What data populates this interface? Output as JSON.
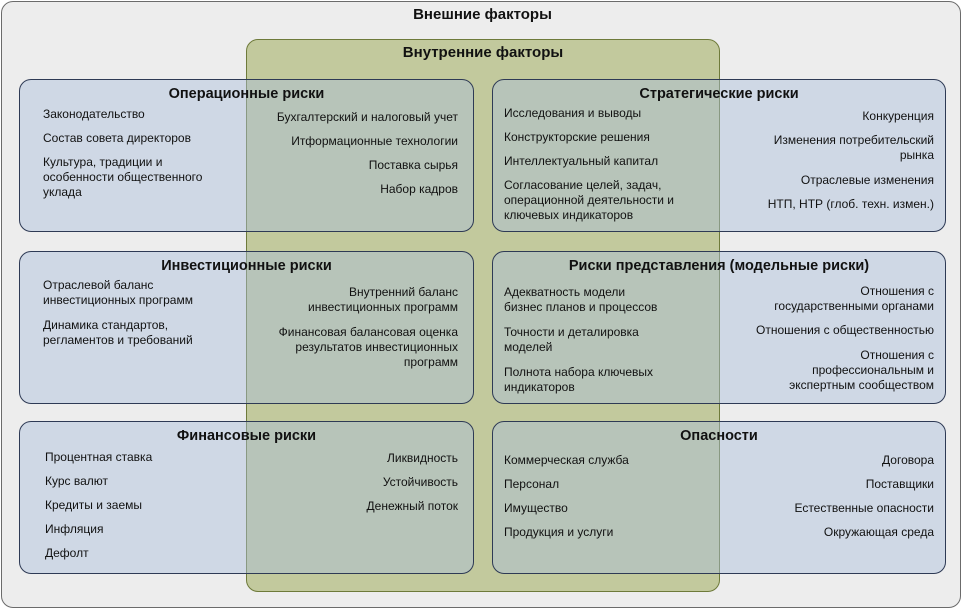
{
  "outer_title": "Внешние факторы",
  "inner_title": "Внутренние факторы",
  "operational": {
    "title": "Операционные риски",
    "left": [
      "Законодательство",
      "Состав совета директоров",
      "Культура, традиции и\nособенности общественного\nуклада"
    ],
    "right": [
      "Бухгалтерский и налоговый учет",
      "Итформационные технологии",
      "Поставка сырья",
      "Набор кадров"
    ]
  },
  "strategic": {
    "title": "Стратегические риски",
    "left": [
      "Исследования и выводы",
      "Конструкторские решения",
      "Интеллектуальный капитал",
      "Согласование целей, задач,\nоперационной деятельности и\nключевых индикаторов"
    ],
    "right": [
      "Конкуренция",
      "Изменения потребительский\nрынка",
      "Отраслевые изменения",
      "НТП, НТР (глоб. техн. измен.)"
    ]
  },
  "investment": {
    "title": "Инвестиционные риски",
    "left": [
      "Отраслевой баланс\nинвестиционных программ",
      "Динамика стандартов,\nрегламентов и требований"
    ],
    "right": [
      "Внутренний баланс\nинвестиционных программ",
      "Финансовая балансовая оценка\nрезультатов инвестиционных\nпрограмм"
    ]
  },
  "representation": {
    "title": "Риски представления (модельные риски)",
    "left": [
      " Адекватность модели\nбизнес планов и процессов",
      "Точности и деталировка\nмоделей",
      "Полнота набора ключевых\nиндикаторов"
    ],
    "right": [
      "Отношения с\nгосударственными органами",
      "Отношения с общественностью",
      "Отношения с\nпрофессиональным и\nэкспертным сообществом"
    ]
  },
  "financial": {
    "title": "Финансовые риски",
    "left": [
      "Процентная ставка",
      "Курс валют",
      "Кредиты и заемы",
      "Инфляция",
      "Дефолт"
    ],
    "right": [
      "Ликвидность",
      "Устойчивость",
      "Денежный поток"
    ]
  },
  "hazards": {
    "title": "Опасности",
    "left": [
      "Коммерческая служба",
      "Персонал",
      "Имущество",
      "Продукция и услуги"
    ],
    "right": [
      "Договора",
      "Поставщики",
      "Естественные опасности",
      "Окружающая среда"
    ]
  }
}
